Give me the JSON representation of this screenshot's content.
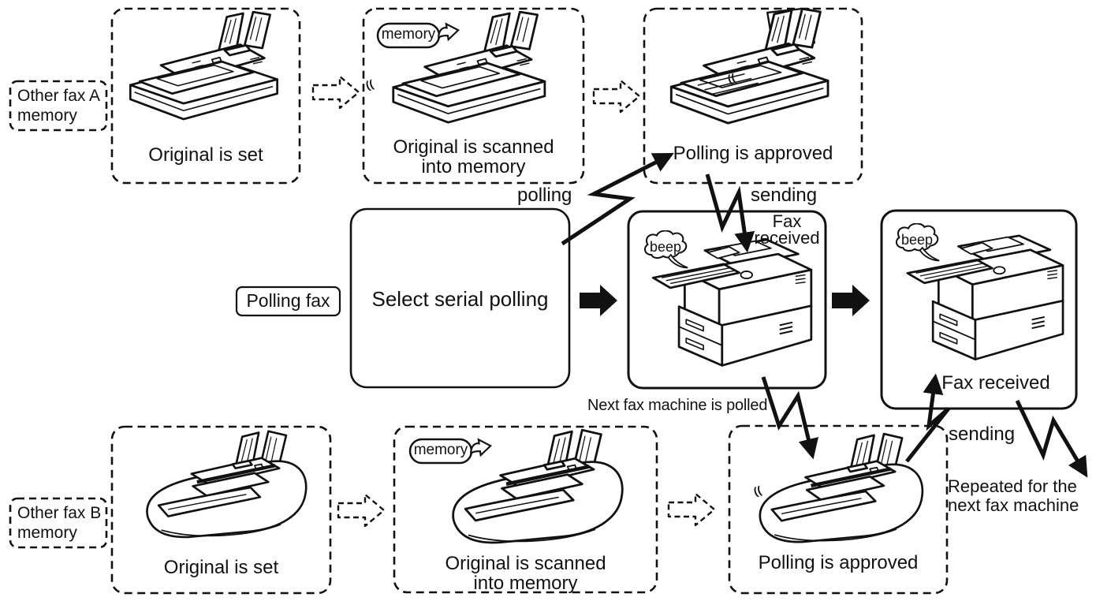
{
  "rows": {
    "fax_a": {
      "label": "Other fax A\nmemory",
      "steps": [
        {
          "caption": "Original is set"
        },
        {
          "caption": "Original is scanned\ninto memory",
          "bubble": "memory"
        },
        {
          "caption": "Polling is approved"
        }
      ]
    },
    "fax_b": {
      "label": "Other fax B\nmemory",
      "steps": [
        {
          "caption": "Original is set"
        },
        {
          "caption": "Original is scanned\ninto memory",
          "bubble": "memory"
        },
        {
          "caption": "Polling is approved"
        }
      ]
    }
  },
  "center": {
    "machine_label": "Polling fax",
    "action": "Select serial polling",
    "mid": {
      "bubble": "beep",
      "status": "Fax\nreceived"
    },
    "right": {
      "bubble": "beep",
      "status": "Fax received"
    }
  },
  "annotations": {
    "polling": "polling",
    "sending_top": "sending",
    "next_polled": "Next fax machine is polled",
    "sending_bottom": "sending",
    "repeated": "Repeated for the\nnext fax machine"
  },
  "decor": {
    "vibration": "(("
  },
  "colors": {
    "ink": "#111111",
    "paper": "#ffffff"
  }
}
